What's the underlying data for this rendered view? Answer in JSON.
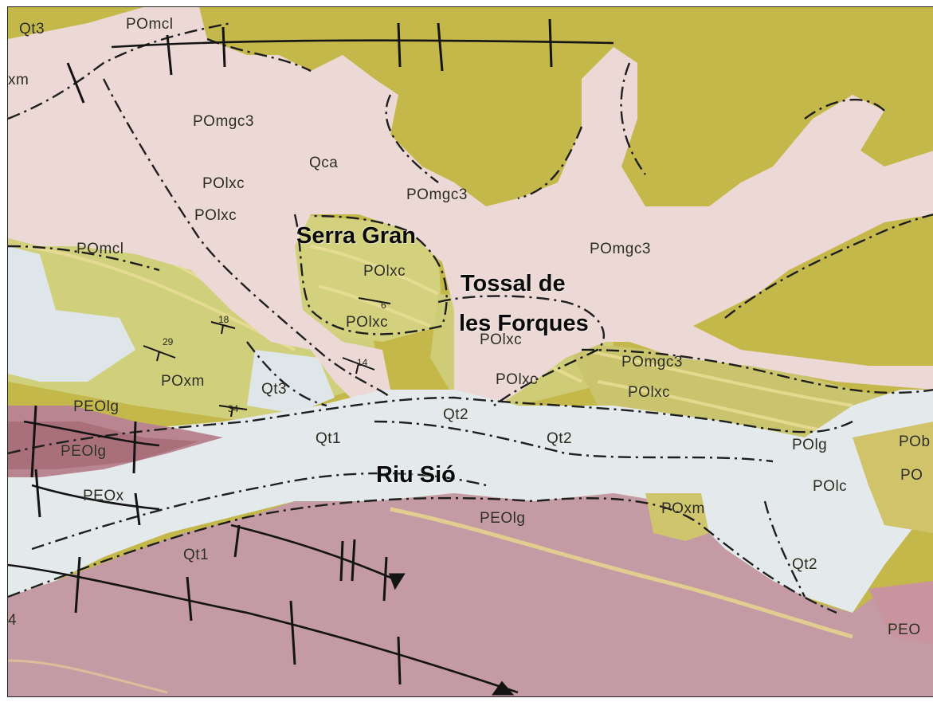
{
  "place_names": {
    "serra_gran": "Serra Gran",
    "tossal_line1": "Tossal de",
    "tossal_line2": "les Forques",
    "riu_sio": "Riu Sió"
  },
  "unit_labels": {
    "qt3_top": "Qt3",
    "xm_left": "xm",
    "pomcl_top": "POmcl",
    "pomgc3_nw": "POmgc3",
    "qca": "Qca",
    "polxc_a": "POlxc",
    "polxc_b": "POlxc",
    "pomgc3_center": "POmgc3",
    "pomcl_west": "POmcl",
    "polxc_serra": "POlxc",
    "polxc_serra_low": "POlxc",
    "pomgc3_east": "POmgc3",
    "polxc_tossal_a": "POlxc",
    "polxc_tossal_b": "POlxc",
    "pomgc3_se": "POmgc3",
    "polxc_se": "POlxc",
    "poxm_west": "POxm",
    "qt3_west": "Qt3",
    "peolg_a": "PEOlg",
    "peolg_b": "PEOlg",
    "qt2_a": "Qt2",
    "qt1_a": "Qt1",
    "qt2_b": "Qt2",
    "polg_e": "POlg",
    "po_e": "POb",
    "polc_e": "POlc",
    "po_e2": "PO",
    "peox": "PEOx",
    "peolg_river": "PEOlg",
    "poxm_east": "POxm",
    "qt1_b": "Qt1",
    "qt2_c": "Qt2",
    "pe_e": "PEO",
    "four_left": "4"
  },
  "dip_values": {
    "d18": "18",
    "d6": "6",
    "d29": "29",
    "d14": "14",
    "d34": "34"
  },
  "colors": {
    "olive_dark": "#c4b84a",
    "olive_light": "#cfcf7c",
    "quaternary_pink": "#ecd9d6",
    "terrace_blue": "#dfe6ea",
    "eocene_mauve": "#c49aa4",
    "eocene_dark": "#a9707a",
    "band_yellow": "#e7d98a"
  }
}
